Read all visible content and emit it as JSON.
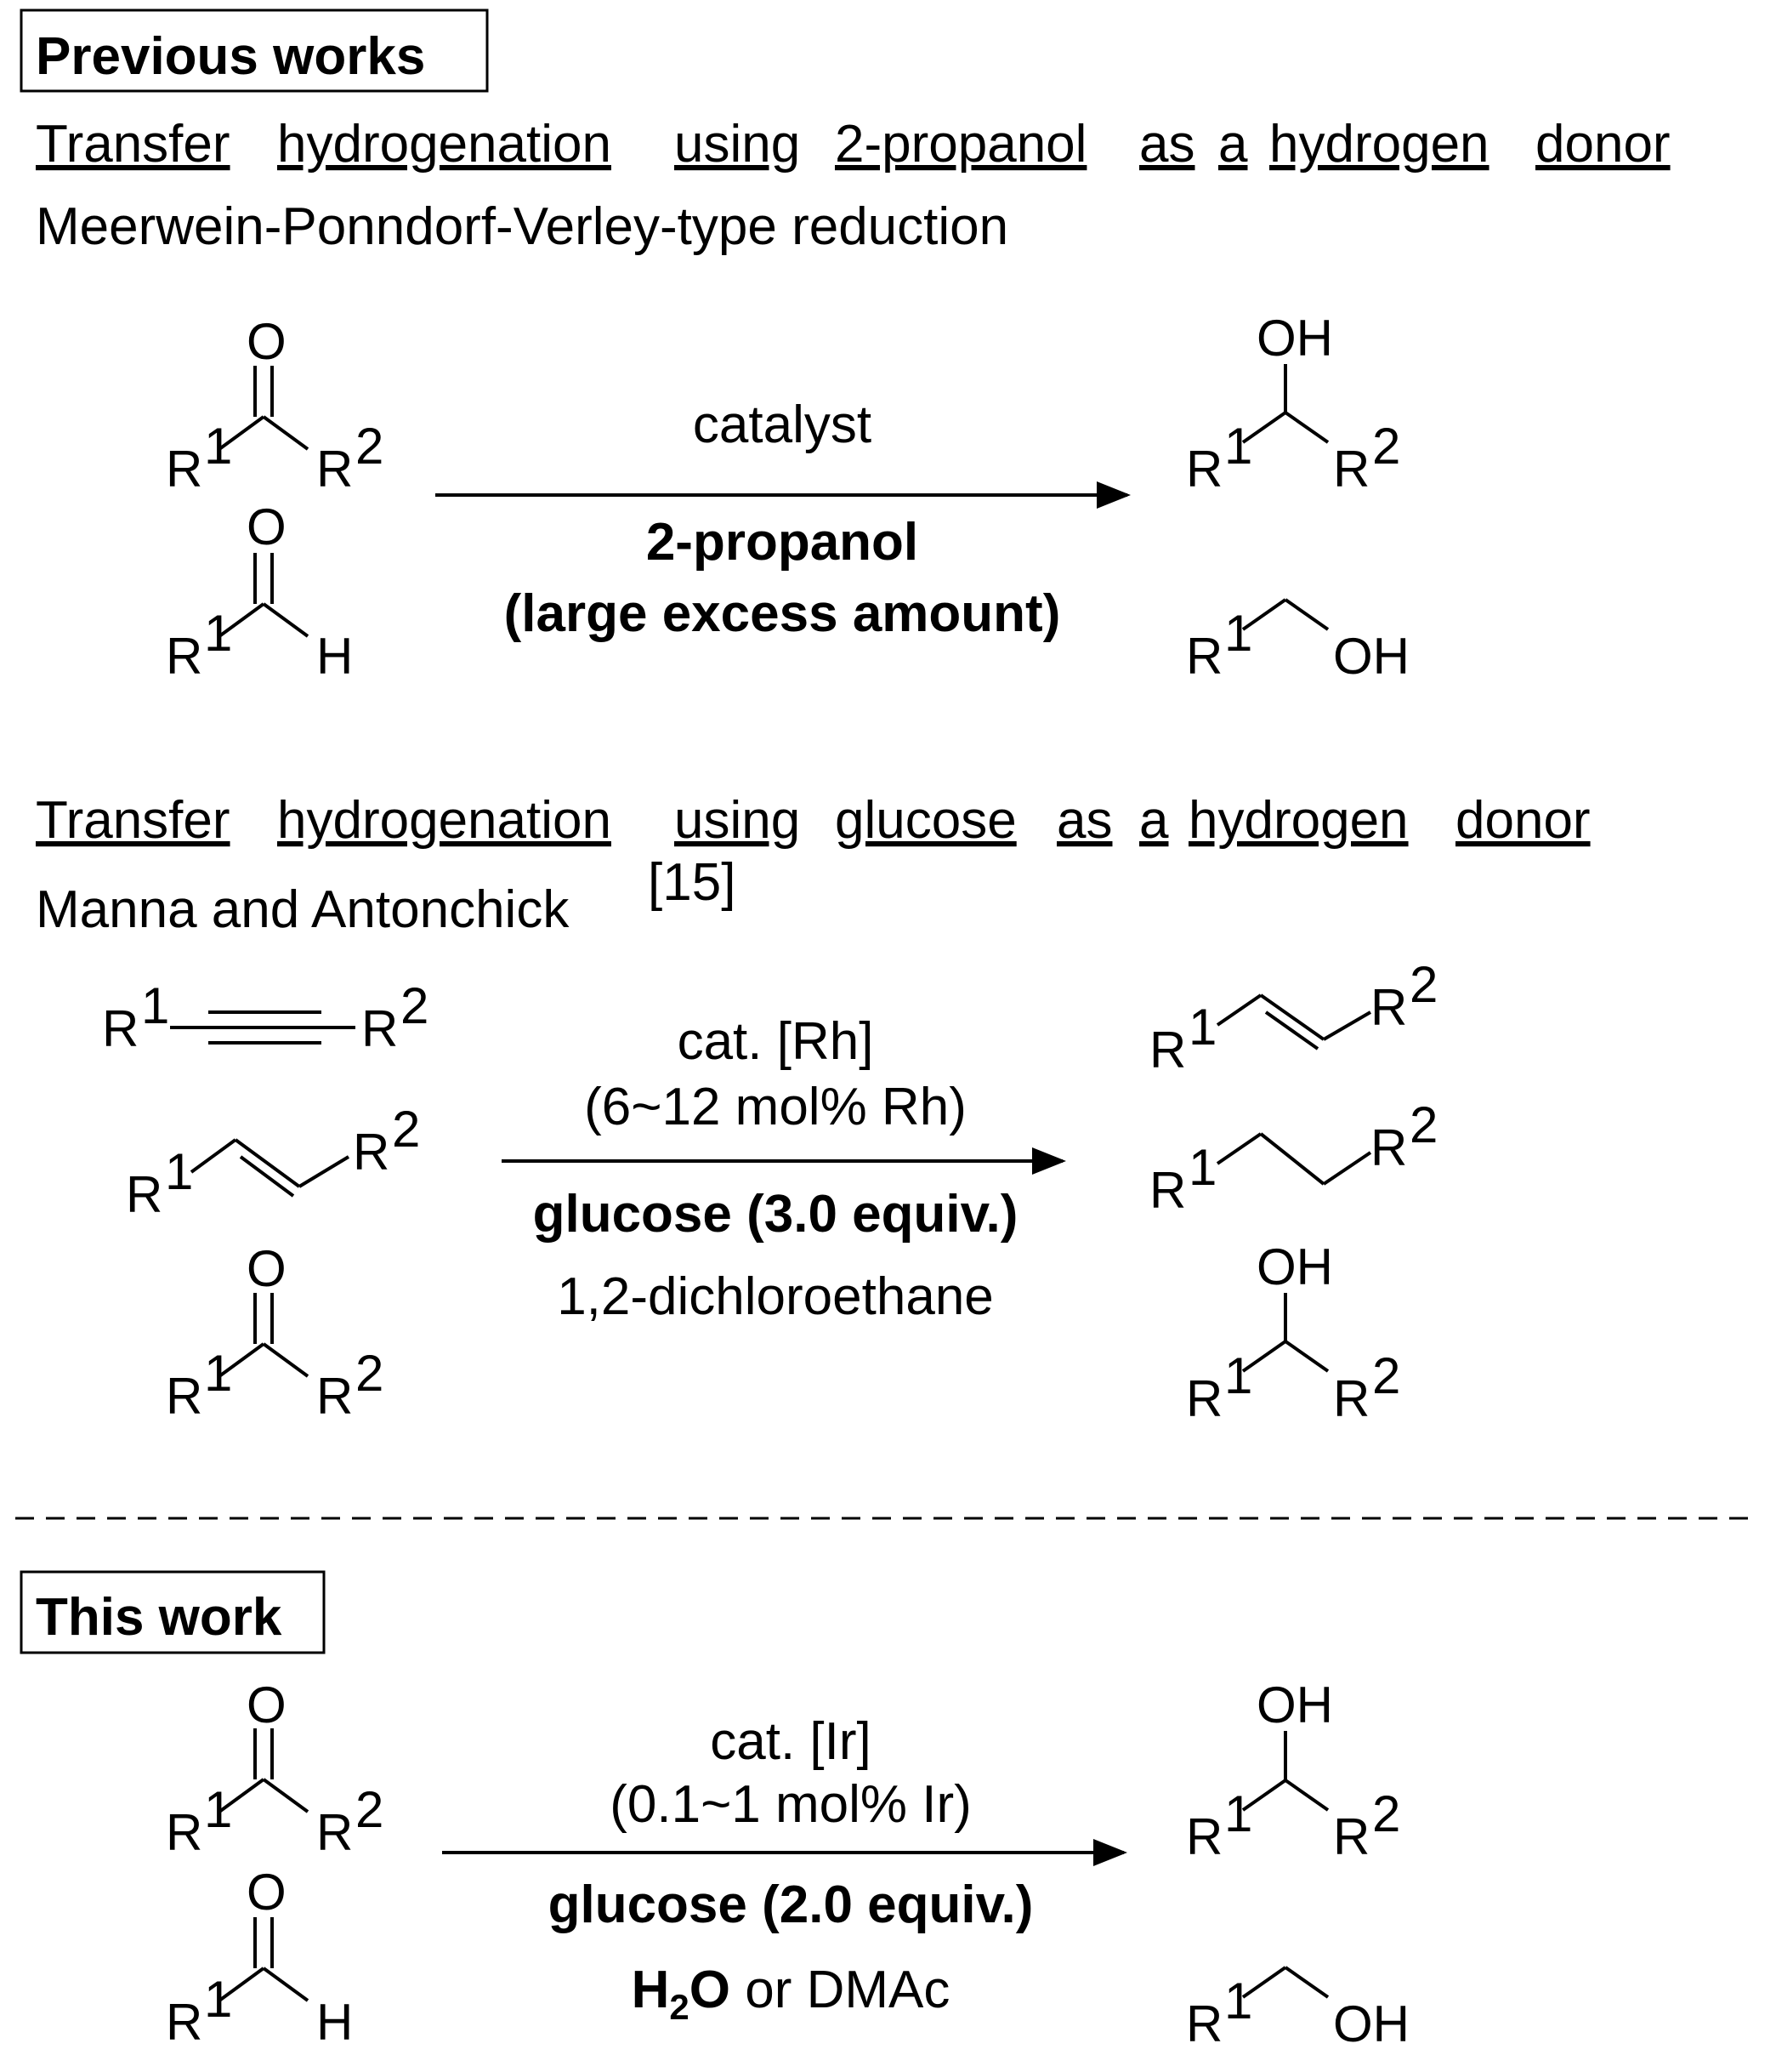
{
  "previous": {
    "box_label": "Previous works",
    "section1": {
      "heading_words": [
        "Transfer",
        "hydrogenation",
        "using",
        "2-propanol",
        "as",
        "a",
        "hydrogen",
        "donor"
      ],
      "subheading": "Meerwein-Ponndorf-Verley-type reduction",
      "reagent_above": "catalyst",
      "reagent_bold_1": "2-propanol",
      "reagent_bold_2": "(large excess amount)"
    },
    "section2": {
      "heading_words": [
        "Transfer",
        "hydrogenation",
        "using",
        "glucose",
        "as",
        "a",
        "hydrogen",
        "donor"
      ],
      "subheading": "Manna and Antonchick",
      "reference": "[15]",
      "cond_1": "cat. [Rh]",
      "cond_2": "(6~12 mol% Rh)",
      "cond_bold": "glucose (3.0 equiv.)",
      "cond_solvent": "1,2-dichloroethane"
    }
  },
  "this_work": {
    "box_label": "This work",
    "cond_1": "cat. [Ir]",
    "cond_2": "(0.1~1 mol% Ir)",
    "cond_bold": "glucose (2.0 equiv.)",
    "solvent_h": "H",
    "solvent_sub": "2",
    "solvent_o": "O",
    "solvent_rest": " or DMAc"
  },
  "atoms": {
    "R": "R",
    "one": "1",
    "two": "2",
    "O": "O",
    "OH": "OH",
    "H": "H"
  }
}
